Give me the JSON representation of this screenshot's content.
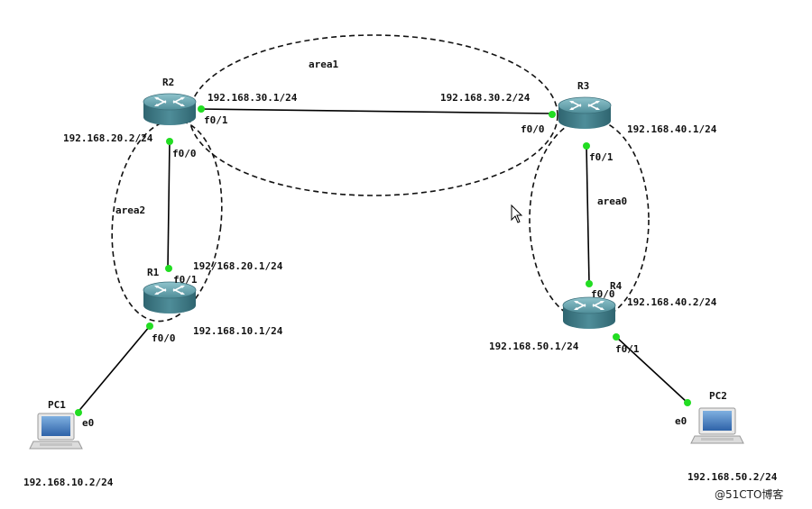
{
  "devices": {
    "r1": "R1",
    "r2": "R2",
    "r3": "R3",
    "r4": "R4",
    "pc1": "PC1",
    "pc2": "PC2"
  },
  "areas": {
    "area0": "area0",
    "area1": "area1",
    "area2": "area2"
  },
  "ip_labels": {
    "r2_f01": "192.168.30.1/24",
    "r3_f00": "192.168.30.2/24",
    "r2_f00": "192.168.20.2/24",
    "r1_f01": "192/168.20.1/24",
    "r1_f00": "192.168.10.1/24",
    "pc1_e0": "192.168.10.2/24",
    "r3_f01": "192.168.40.1/24",
    "r4_f00": "192.168.40.2/24",
    "r4_f01": "192.168.50.1/24",
    "pc2_e0": "192.168.50.2/24"
  },
  "port_labels": {
    "r2_f01": "f0/1",
    "r2_f00": "f0/0",
    "r1_f01": "f0/1",
    "r1_f00": "f0/0",
    "pc1_e0": "e0",
    "r3_f00": "f0/0",
    "r3_f01": "f0/1",
    "r4_f00": "f0/0",
    "r4_f01": "f0/1",
    "pc2_e0": "e0"
  },
  "watermark": "@51CTO博客",
  "colors": {
    "router_top": "#5f9aa6",
    "router_side": "#3c7480",
    "port_dot": "#22dd22",
    "link": "#000000"
  }
}
